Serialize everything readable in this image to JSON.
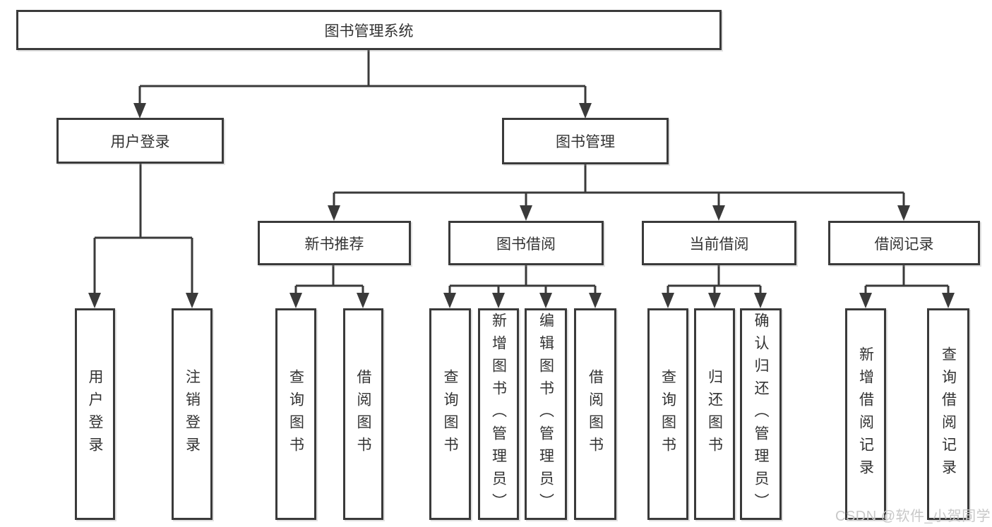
{
  "colors": {
    "line": "#3a3a3a",
    "text": "#333333",
    "watermark": "#c8c8c8",
    "background": "#ffffff"
  },
  "nodes": {
    "root": "图书管理系统",
    "level2": [
      "用户登录",
      "图书管理"
    ],
    "level3": [
      "新书推荐",
      "图书借阅",
      "当前借阅",
      "借阅记录"
    ],
    "leaves": [
      "用户登录",
      "注销登录",
      "查询图书",
      "借阅图书",
      "查询图书",
      "新增图书（管理员）",
      "编辑图书（管理员）",
      "借阅图书",
      "查询图书",
      "归还图书",
      "确认归还（管理员）",
      "新增借阅记录",
      "查询借阅记录"
    ]
  },
  "watermark": "CSDN @软件_小贺同学"
}
